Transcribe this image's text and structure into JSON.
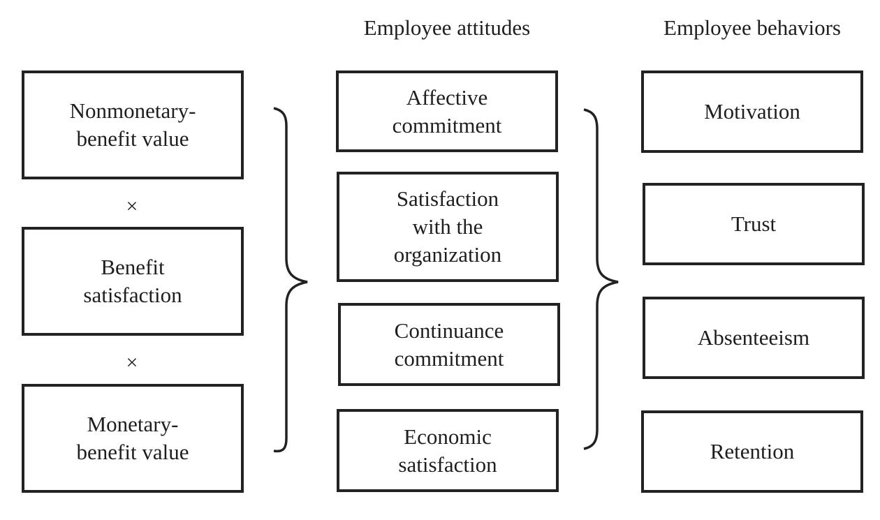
{
  "diagram": {
    "headers": {
      "attitudes": "Employee attitudes",
      "behaviors": "Employee behaviors"
    },
    "benefit_factors": [
      {
        "label": "Nonmonetary-\nbenefit value"
      },
      {
        "label": "Benefit\nsatisfaction"
      },
      {
        "label": "Monetary-\nbenefit value"
      }
    ],
    "operators": [
      "×",
      "×"
    ],
    "attitudes": [
      {
        "label": "Affective\ncommitment"
      },
      {
        "label": "Satisfaction\nwith the\norganization"
      },
      {
        "label": "Continuance\ncommitment"
      },
      {
        "label": "Economic\nsatisfaction"
      }
    ],
    "behaviors": [
      {
        "label": "Motivation"
      },
      {
        "label": "Trust"
      },
      {
        "label": "Absenteeism"
      },
      {
        "label": "Retention"
      }
    ],
    "colors": {
      "line": "#222222",
      "text": "#1e1e1e",
      "background": "#ffffff"
    }
  }
}
